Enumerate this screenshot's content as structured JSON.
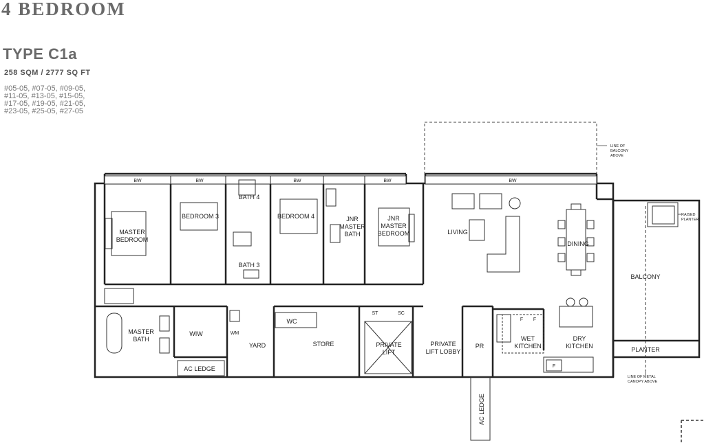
{
  "header": {
    "category": "4 BEDROOM",
    "type": "TYPE C1a",
    "area": "258 SQM / 2777 SQ FT",
    "units": [
      "#05-05,",
      "#07-05,",
      "#09-05,",
      "#11-05,",
      "#13-05,",
      "#15-05,",
      "#17-05,",
      "#19-05,",
      "#21-05,",
      "#23-05,",
      "#25-05,",
      "#27-05"
    ]
  },
  "rooms": {
    "master_bedroom": "MASTER BEDROOM",
    "bedroom3": "BEDROOM 3",
    "bath4": "BATH 4",
    "bath3": "BATH 3",
    "bedroom4": "BEDROOM 4",
    "jnr_master_bath": "JNR MASTER BATH",
    "jnr_master_bedroom": "JNR MASTER BEDROOM",
    "living": "LIVING",
    "dining": "DINING",
    "balcony": "BALCONY",
    "planter": "PLANTER",
    "master_bath": "MASTER BATH",
    "wiw": "WIW",
    "yard": "YARD",
    "wc": "WC",
    "store": "STORE",
    "wm": "WM",
    "private_lift": "PRIVATE LIFT",
    "private_lift_lobby": "PRIVATE LIFT LOBBY",
    "pr": "PR",
    "wet_kitchen": "WET KITCHEN",
    "dry_kitchen": "DRY KITCHEN",
    "ac_ledge_bottom": "AC LEDGE",
    "ac_ledge_vertical": "AC LEDGE",
    "st": "ST",
    "sc": "SC"
  },
  "fixtures": {
    "bw": "BW",
    "fridge": "F"
  },
  "notes": {
    "balcony_above": "LINE OF BALCONY ABOVE",
    "raised_planter": "RAISED PLANTER",
    "metal_canopy": "LINE OF METAL CANOPY ABOVE"
  }
}
